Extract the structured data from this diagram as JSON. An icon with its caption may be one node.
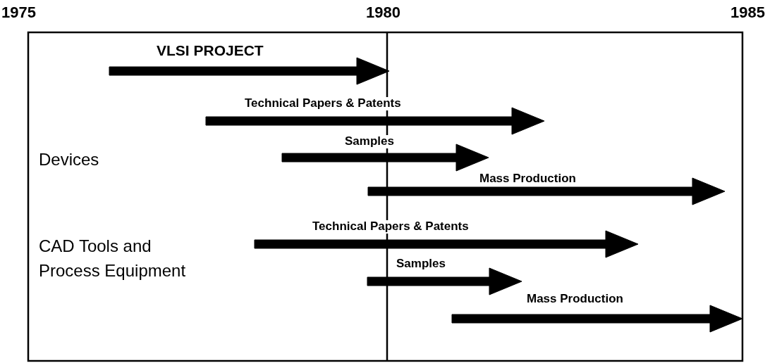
{
  "diagram": {
    "labels": [
      "1975",
      "1980",
      "1985",
      "VLSI PROJECT",
      "Technical Papers & Patents",
      "Samples",
      "Devices",
      "Mass Production",
      "Technical Papers & Patents",
      "CAD Tools and Process Equipment",
      "Samples",
      "Mass Production"
    ]
  }
}
